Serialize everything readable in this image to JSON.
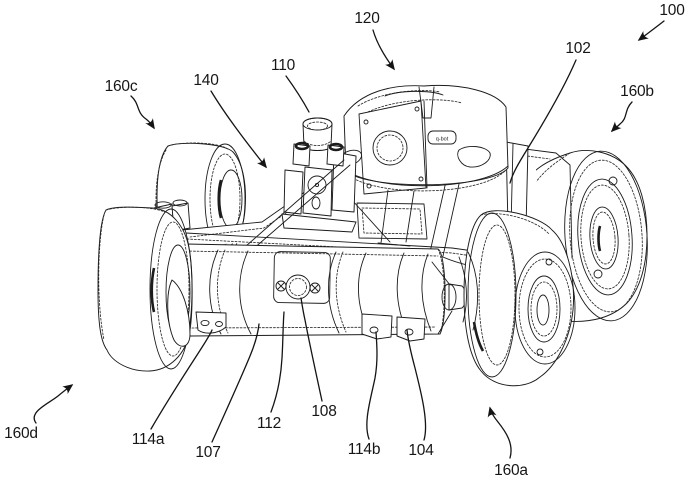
{
  "figure": {
    "badge_text": "q-bot",
    "labels": [
      {
        "ref": "100",
        "arrow": true
      },
      {
        "ref": "102",
        "arrow": false
      },
      {
        "ref": "104",
        "arrow": false
      },
      {
        "ref": "107",
        "arrow": false
      },
      {
        "ref": "108",
        "arrow": false
      },
      {
        "ref": "110",
        "arrow": false
      },
      {
        "ref": "112",
        "arrow": false
      },
      {
        "ref": "114a",
        "arrow": false
      },
      {
        "ref": "114b",
        "arrow": false
      },
      {
        "ref": "120",
        "arrow": true
      },
      {
        "ref": "140",
        "arrow": true
      },
      {
        "ref": "160a",
        "arrow": true
      },
      {
        "ref": "160b",
        "arrow": true
      },
      {
        "ref": "160c",
        "arrow": true
      },
      {
        "ref": "160d",
        "arrow": true
      }
    ]
  }
}
